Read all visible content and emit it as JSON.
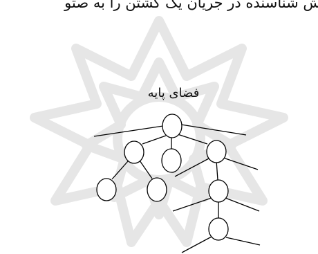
{
  "header_text": "ش شناسنده در جریان یک گشتن را به صتو",
  "diagram": {
    "root_label": "فضای پایه",
    "nodes": [
      "root",
      "a",
      "b",
      "c",
      "d",
      "e",
      "f",
      "g"
    ],
    "edges": [
      [
        "root",
        "a"
      ],
      [
        "root",
        "b"
      ],
      [
        "root",
        "c"
      ],
      [
        "a",
        "d"
      ],
      [
        "a",
        "e"
      ],
      [
        "c",
        "f"
      ],
      [
        "f",
        "g"
      ]
    ]
  },
  "colors": {
    "ink": "#000000",
    "watermark": "#e4e4e4"
  }
}
